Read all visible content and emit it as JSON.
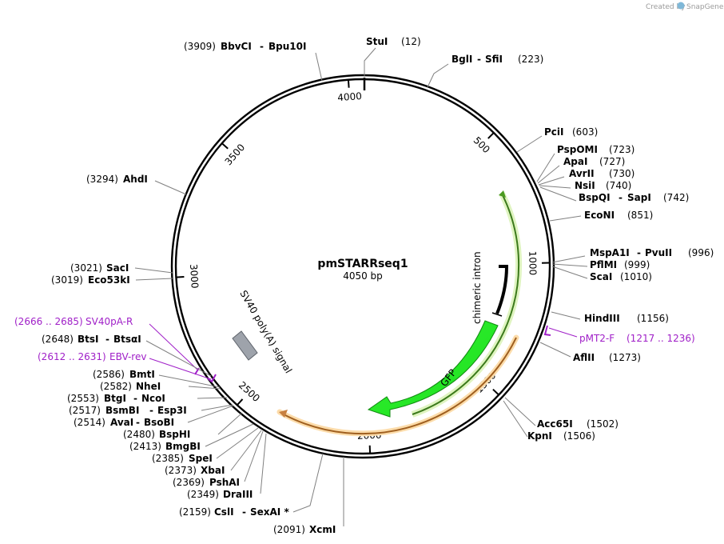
{
  "credit": {
    "created_by": "Created by",
    "brand": "SnapGene"
  },
  "plasmid": {
    "name": "pmSTARRseq1",
    "length_label": "4050 bp",
    "length": 4050
  },
  "ticks": [
    {
      "pos": 500,
      "label": "500"
    },
    {
      "pos": 1000,
      "label": "1000"
    },
    {
      "pos": 1500,
      "label": "1500"
    },
    {
      "pos": 2000,
      "label": "2000"
    },
    {
      "pos": 2500,
      "label": "2500"
    },
    {
      "pos": 3000,
      "label": "3000"
    },
    {
      "pos": 3500,
      "label": "3500"
    },
    {
      "pos": 4000,
      "label": "4000"
    }
  ],
  "features": [
    {
      "name": "chimeric intron",
      "color": "#000000"
    },
    {
      "name": "GFP",
      "color": "#22ee22"
    },
    {
      "name": "SV40 poly(A) signal",
      "color": "#9ea3ab"
    }
  ],
  "primers": [
    {
      "range": "(2666 .. 2685)",
      "name": "SV40pA-R",
      "color": "#a020c8"
    },
    {
      "range": "(2612 .. 2631)",
      "name": "EBV-rev",
      "color": "#a020c8"
    },
    {
      "range": "(1217 .. 1236)",
      "name": "pMT2-F",
      "color": "#a020c8"
    }
  ],
  "enzymes": [
    {
      "name": "StuI",
      "pos": "(12)"
    },
    {
      "name": "BglI",
      "name2": "SfiI",
      "pos": "(223)"
    },
    {
      "name": "PciI",
      "pos": "(603)"
    },
    {
      "name": "PspOMI",
      "pos": "(723)"
    },
    {
      "name": "ApaI",
      "pos": "(727)"
    },
    {
      "name": "AvrII",
      "pos": "(730)"
    },
    {
      "name": "NsiI",
      "pos": "(740)"
    },
    {
      "name": "BspQI",
      "name2": "SapI",
      "pos": "(742)"
    },
    {
      "name": "EcoNI",
      "pos": "(851)"
    },
    {
      "name": "MspA1I",
      "name2": "PvuII",
      "pos": "(996)"
    },
    {
      "name": "PflMI",
      "pos": "(999)"
    },
    {
      "name": "ScaI",
      "pos": "(1010)"
    },
    {
      "name": "HindIII",
      "pos": "(1156)"
    },
    {
      "name": "AflII",
      "pos": "(1273)"
    },
    {
      "name": "Acc65I",
      "pos": "(1502)"
    },
    {
      "name": "KpnI",
      "pos": "(1506)"
    },
    {
      "name": "XcmI",
      "pos": "(2091)"
    },
    {
      "name": "CslI",
      "name2": "SexAI *",
      "pos": "(2159)"
    },
    {
      "name": "DraIII",
      "pos": "(2349)"
    },
    {
      "name": "PshAI",
      "pos": "(2369)"
    },
    {
      "name": "XbaI",
      "pos": "(2373)"
    },
    {
      "name": "SpeI",
      "pos": "(2385)"
    },
    {
      "name": "BmgBI",
      "pos": "(2413)"
    },
    {
      "name": "BspHI",
      "pos": "(2480)"
    },
    {
      "name": "AvaI",
      "name2": "BsoBI",
      "pos": "(2514)"
    },
    {
      "name": "BsmBI",
      "name2": "Esp3I",
      "pos": "(2517)"
    },
    {
      "name": "BtgI",
      "name2": "NcoI",
      "pos": "(2553)"
    },
    {
      "name": "NheI",
      "pos": "(2582)"
    },
    {
      "name": "BmtI",
      "pos": "(2586)"
    },
    {
      "name": "BtsI",
      "name2": "BtsαI",
      "pos": "(2648)"
    },
    {
      "name": "Eco53kI",
      "pos": "(3019)"
    },
    {
      "name": "SacI",
      "pos": "(3021)"
    },
    {
      "name": "AhdI",
      "pos": "(3294)"
    },
    {
      "name": "BbvCI",
      "name2": "Bpu10I",
      "pos": "(3909)"
    }
  ]
}
